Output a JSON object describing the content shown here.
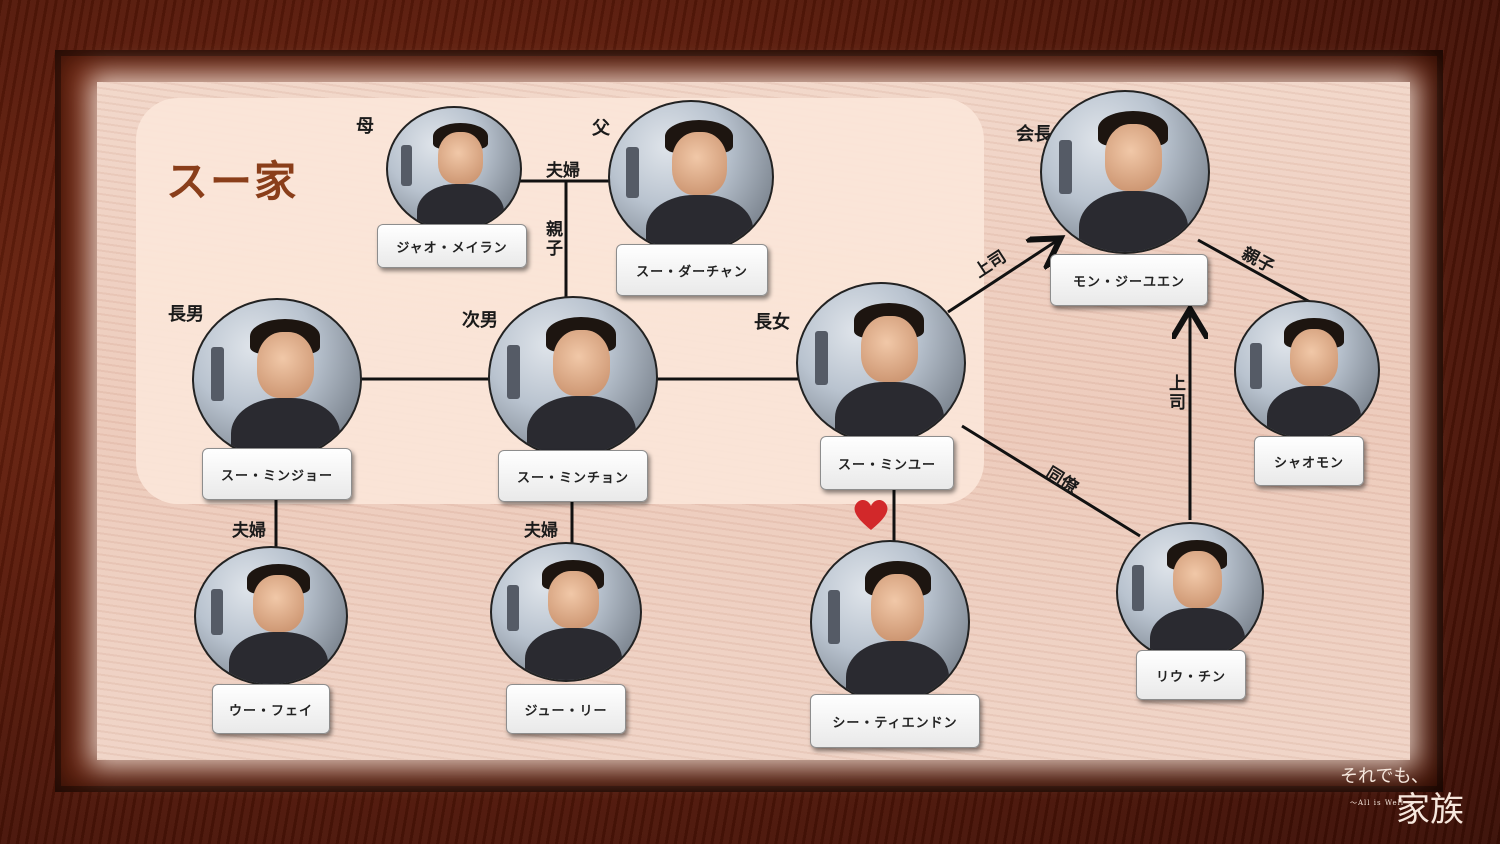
{
  "family": {
    "title": "スー家"
  },
  "people": {
    "mother": {
      "role": "母",
      "name": "ジャオ・メイラン"
    },
    "father": {
      "role": "父",
      "name": "スー・ダーチャン"
    },
    "eldest_son": {
      "role": "長男",
      "name": "スー・ミンジョー"
    },
    "second_son": {
      "role": "次男",
      "name": "スー・ミンチョン"
    },
    "eldest_daughter": {
      "role": "長女",
      "name": "スー・ミンユー"
    },
    "chairman": {
      "role": "会長",
      "name": "モン・ジーユエン"
    },
    "xiaomon": {
      "name": "シャオモン"
    },
    "wu_fei": {
      "name": "ウー・フェイ"
    },
    "zhu_li": {
      "name": "ジュー・リー"
    },
    "shi_tianden": {
      "name": "シー・ティエンドン"
    },
    "liu_chin": {
      "name": "リウ・チン"
    }
  },
  "relations": {
    "parents_spouse": "夫婦",
    "parent_child_vertical": "親子",
    "eldest_son_spouse": "夫婦",
    "second_son_spouse": "夫婦",
    "daughter_to_chairman": "上司",
    "chairman_to_xiaomon": "親子",
    "liu_to_chairman": "上司",
    "daughter_to_liu": "同僚"
  },
  "heart_icon": "heart-icon",
  "logo": {
    "line1": "それでも、",
    "line2": "家族",
    "line3": "～All is Well～"
  }
}
